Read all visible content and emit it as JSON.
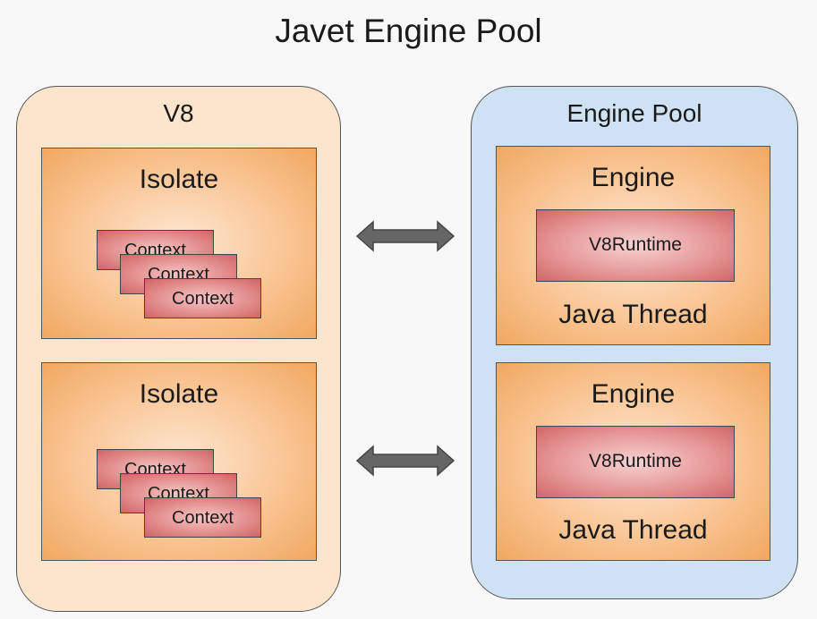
{
  "title": "Javet Engine Pool",
  "v8_group": {
    "label": "V8",
    "isolates": [
      {
        "label": "Isolate",
        "contexts": [
          "Context",
          "Context",
          "Context"
        ]
      },
      {
        "label": "Isolate",
        "contexts": [
          "Context",
          "Context",
          "Context"
        ]
      }
    ]
  },
  "pool_group": {
    "label": "Engine Pool",
    "engines": [
      {
        "label": "Engine",
        "runtime": "V8Runtime",
        "thread": "Java Thread"
      },
      {
        "label": "Engine",
        "runtime": "V8Runtime",
        "thread": "Java Thread"
      }
    ]
  },
  "colors": {
    "v8_bg": "#fce5cd",
    "pool_bg": "#cfe2f3",
    "box_fill": "#f9c594",
    "context_fill": "#e28b8b",
    "arrow": "#666666"
  }
}
